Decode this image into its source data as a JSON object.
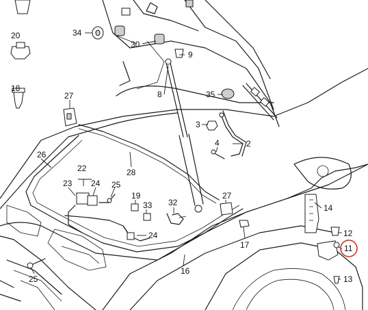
{
  "diagram": {
    "callouts": [
      {
        "id": "c20",
        "text": "20"
      },
      {
        "id": "c18",
        "text": "18"
      },
      {
        "id": "c34",
        "text": "34"
      },
      {
        "id": "c30",
        "text": "30"
      },
      {
        "id": "c9",
        "text": "9"
      },
      {
        "id": "c8",
        "text": "8"
      },
      {
        "id": "c35",
        "text": "35"
      },
      {
        "id": "c27a",
        "text": "27"
      },
      {
        "id": "c3",
        "text": "3"
      },
      {
        "id": "c4",
        "text": "4"
      },
      {
        "id": "c2",
        "text": "2"
      },
      {
        "id": "c26",
        "text": "26"
      },
      {
        "id": "c28",
        "text": "28"
      },
      {
        "id": "c22",
        "text": "22"
      },
      {
        "id": "c23",
        "text": "23"
      },
      {
        "id": "c24a",
        "text": "24"
      },
      {
        "id": "c25a",
        "text": "25"
      },
      {
        "id": "c19",
        "text": "19"
      },
      {
        "id": "c33",
        "text": "33"
      },
      {
        "id": "c32",
        "text": "32"
      },
      {
        "id": "c27b",
        "text": "27"
      },
      {
        "id": "c24b",
        "text": "24"
      },
      {
        "id": "c14",
        "text": "14"
      },
      {
        "id": "c12",
        "text": "12"
      },
      {
        "id": "c11",
        "text": "11"
      },
      {
        "id": "c17",
        "text": "17"
      },
      {
        "id": "c16",
        "text": "16"
      },
      {
        "id": "c25b",
        "text": "25"
      },
      {
        "id": "c13",
        "text": "13"
      }
    ],
    "highlight_color": "#c0392b"
  }
}
